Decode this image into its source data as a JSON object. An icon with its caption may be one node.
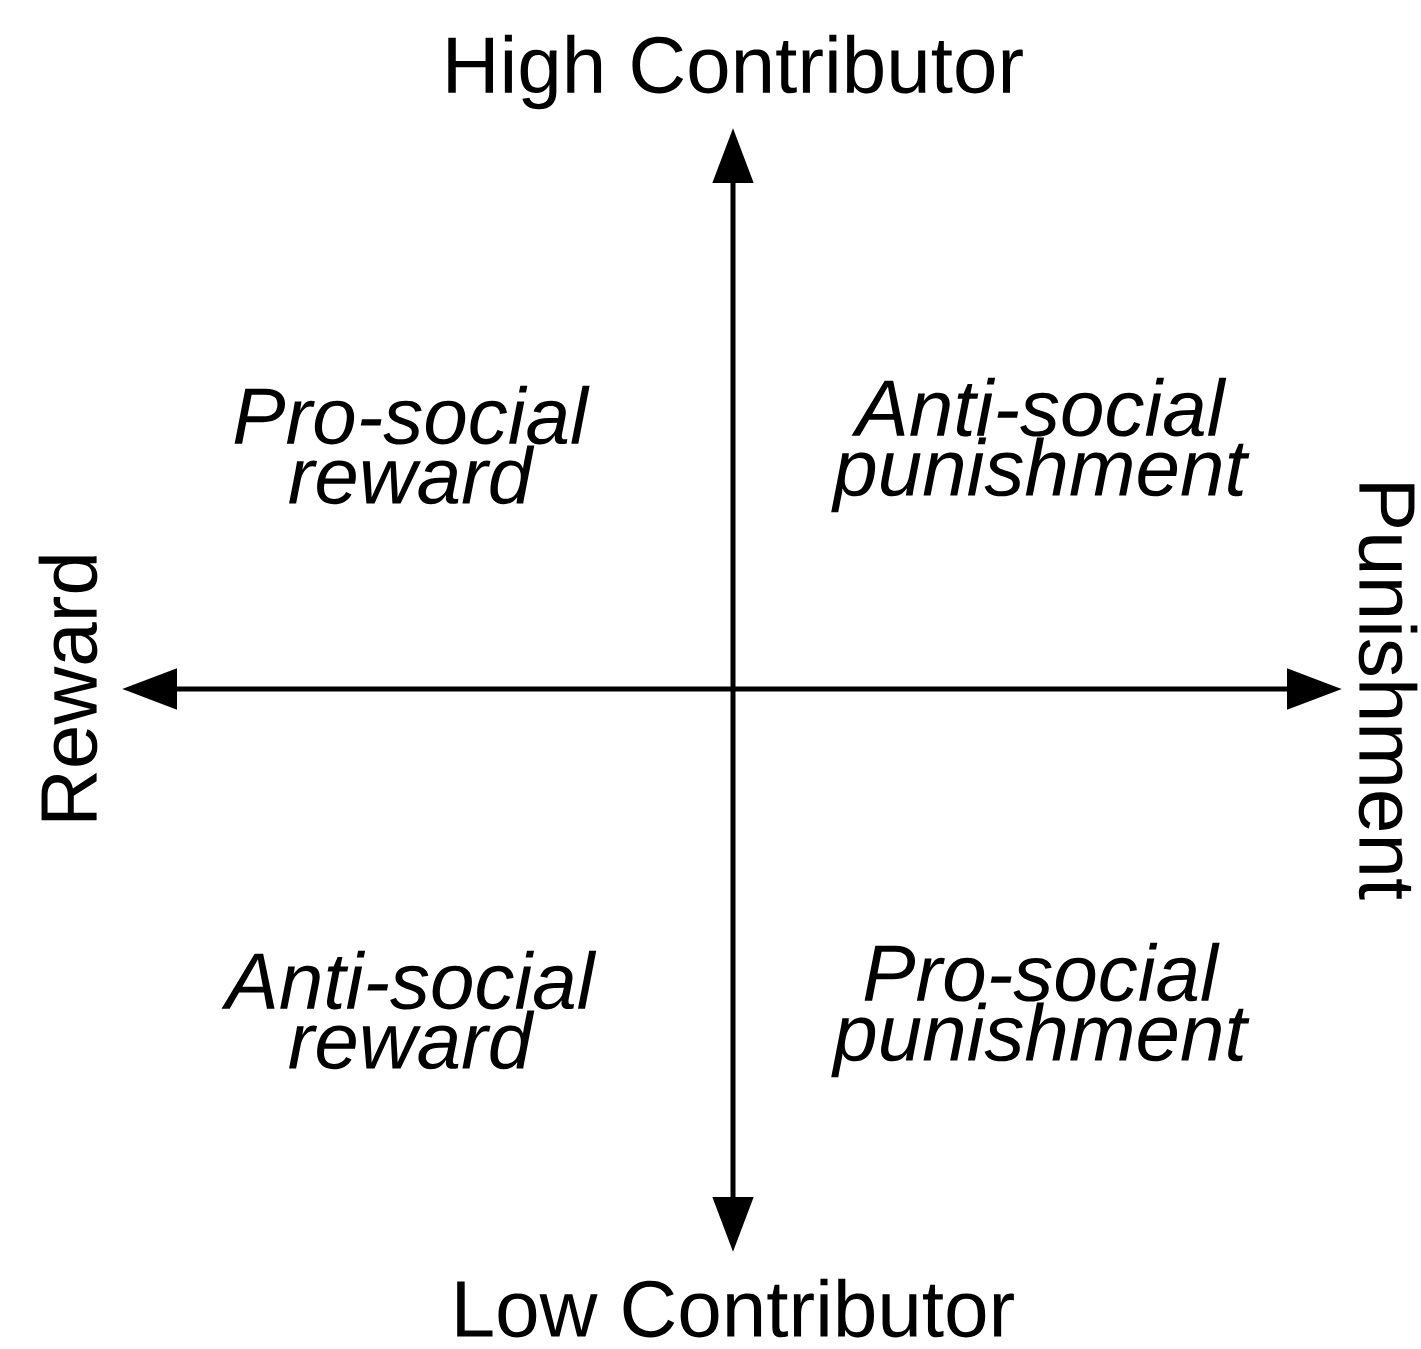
{
  "diagram": {
    "labels": [
      "High Contributor",
      "Pro-social reward",
      "Anti-social punishment",
      "Reward",
      "Punishment",
      "Anti-social reward",
      "Pro-social punishment",
      "Low Contributor"
    ]
  }
}
